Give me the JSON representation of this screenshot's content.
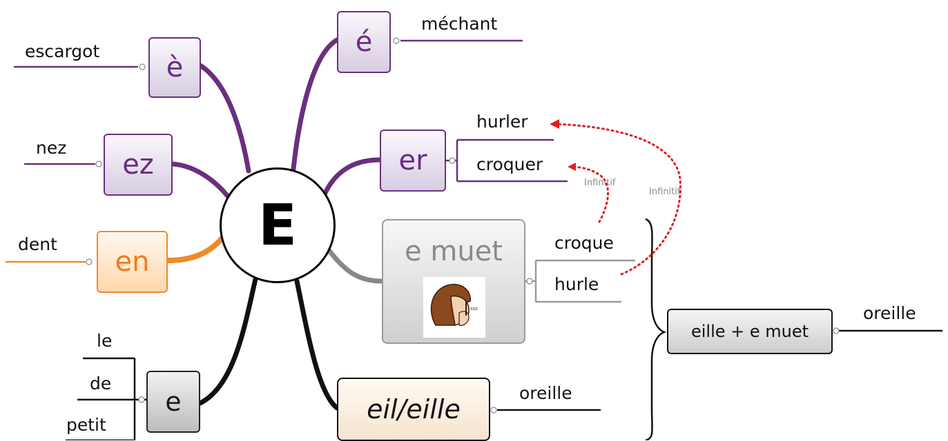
{
  "center": {
    "label": "E"
  },
  "branches": {
    "e_grave": {
      "label": "è",
      "words": [
        "escargot"
      ]
    },
    "e_acute": {
      "label": "é",
      "words": [
        "méchant"
      ]
    },
    "ez": {
      "label": "ez",
      "words": [
        "nez"
      ]
    },
    "er": {
      "label": "er",
      "words": [
        "hurler",
        "croquer"
      ]
    },
    "en": {
      "label": "en",
      "words": [
        "dent"
      ]
    },
    "e_muet": {
      "label": "e muet",
      "words": [
        "croque",
        "hurle"
      ],
      "picture_icon": "silence-gesture-picture",
      "picture_text": "sss"
    },
    "e": {
      "label": "e",
      "words": [
        "le",
        "de",
        "petit"
      ]
    },
    "eil": {
      "label": "eil/eille",
      "words": [
        "oreille"
      ]
    },
    "eille_muet": {
      "label": "eille + e muet",
      "words": [
        "oreille"
      ]
    }
  },
  "relations": [
    {
      "from": "croque",
      "to": "croquer",
      "label": "Infinitif"
    },
    {
      "from": "hurle",
      "to": "hurler",
      "label": "Infinitif"
    }
  ],
  "colors": {
    "purple": "#6b2f7e",
    "orange": "#f08a2a",
    "grey": "#8a8a8a",
    "black": "#111111",
    "relation_red": "#e02020"
  }
}
